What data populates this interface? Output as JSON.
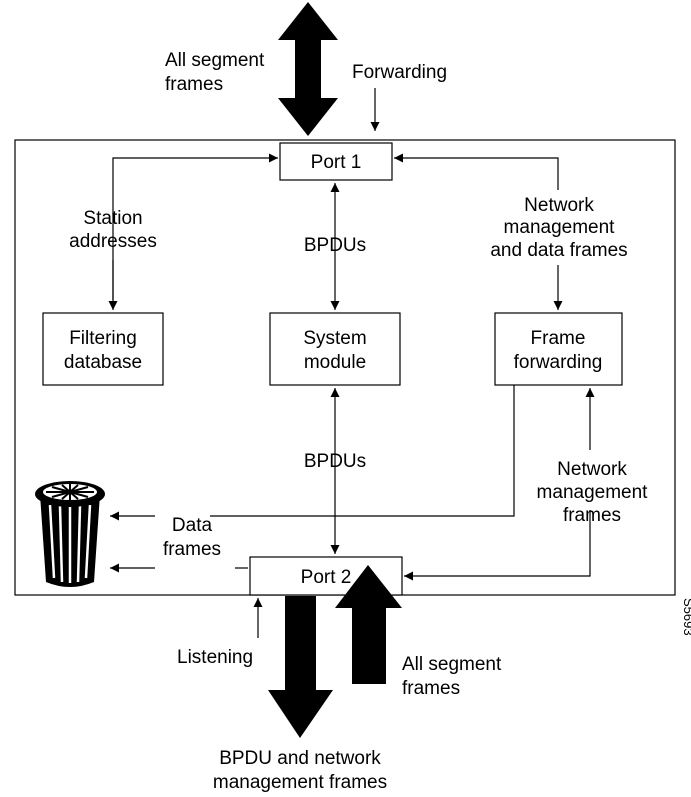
{
  "labels": {
    "all_segment_top_1": "All segment",
    "all_segment_top_2": "frames",
    "forwarding": "Forwarding",
    "port1": "Port 1",
    "station_1": "Station",
    "station_2": "addresses",
    "bpdus_upper": "BPDUs",
    "netmgmt_upper_1": "Network",
    "netmgmt_upper_2": "management",
    "netmgmt_upper_3": "and data frames",
    "filtering_1": "Filtering",
    "filtering_2": "database",
    "system_1": "System",
    "system_2": "module",
    "frame_fwd_1": "Frame",
    "frame_fwd_2": "forwarding",
    "bpdus_lower": "BPDUs",
    "netmgmt_lower_1": "Network",
    "netmgmt_lower_2": "management",
    "netmgmt_lower_3": "frames",
    "data_frames_1": "Data",
    "data_frames_2": "frames",
    "port2": "Port 2",
    "listening": "Listening",
    "all_segment_bottom_1": "All segment",
    "all_segment_bottom_2": "frames",
    "bpdu_netmgmt_1": "BPDU and network",
    "bpdu_netmgmt_2": "management frames",
    "figure_id": "S5693"
  },
  "icons": {
    "discard": "trash-bin-icon"
  }
}
